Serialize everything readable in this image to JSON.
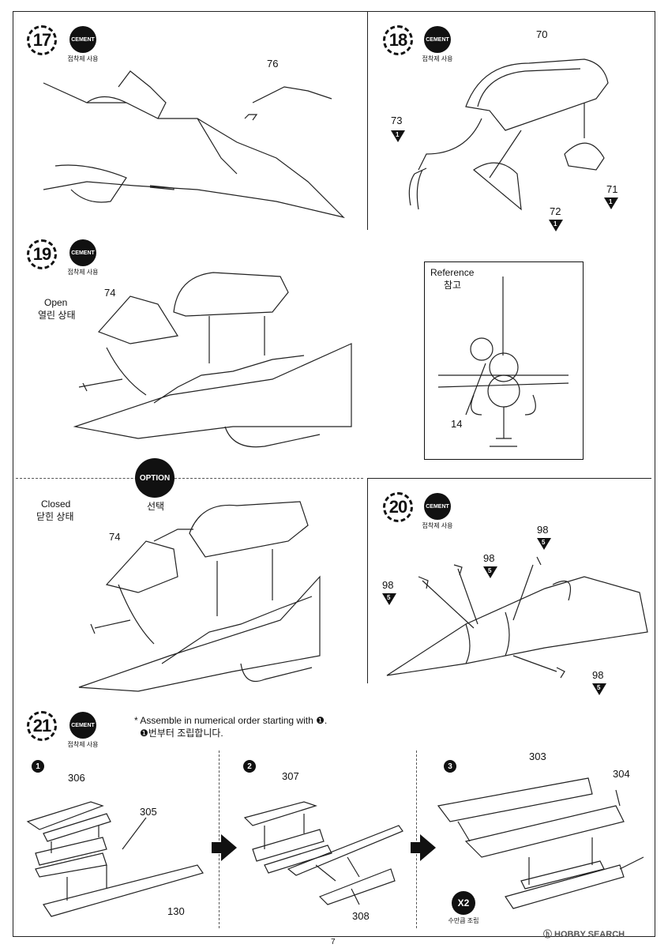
{
  "cement_label": "CEMENT",
  "cement_sub": "접착제 사용",
  "steps": {
    "s17": {
      "num": "17",
      "parts": {
        "p76": "76"
      }
    },
    "s18": {
      "num": "18",
      "parts": {
        "p70": "70",
        "p73": "73",
        "p72": "72",
        "p71": "71"
      },
      "tag": "1"
    },
    "s19": {
      "num": "19",
      "open_en": "Open",
      "open_ko": "열린 상태",
      "parts": {
        "p74": "74"
      }
    },
    "reference": {
      "title_en": "Reference",
      "title_ko": "참고",
      "part": "14"
    },
    "option": {
      "label": "OPTION",
      "sub": "선택",
      "closed_en": "Closed",
      "closed_ko": "닫힌 상태",
      "p74": "74"
    },
    "s20": {
      "num": "20",
      "part": "98",
      "tag": "5"
    },
    "s21": {
      "num": "21",
      "note_en": "* Assemble in numerical order starting with ❶.",
      "note_ko": "❶번부터 조립합니다.",
      "sub1": "1",
      "sub2": "2",
      "sub3": "3",
      "p306": "306",
      "p305": "305",
      "p130": "130",
      "p307": "307",
      "p308": "308",
      "p303": "303",
      "p304": "304",
      "x2": "X2",
      "x2_sub": "수만큼 조립"
    }
  },
  "watermark": "ⓗ HOBBY SEARCH",
  "page_number": "7"
}
